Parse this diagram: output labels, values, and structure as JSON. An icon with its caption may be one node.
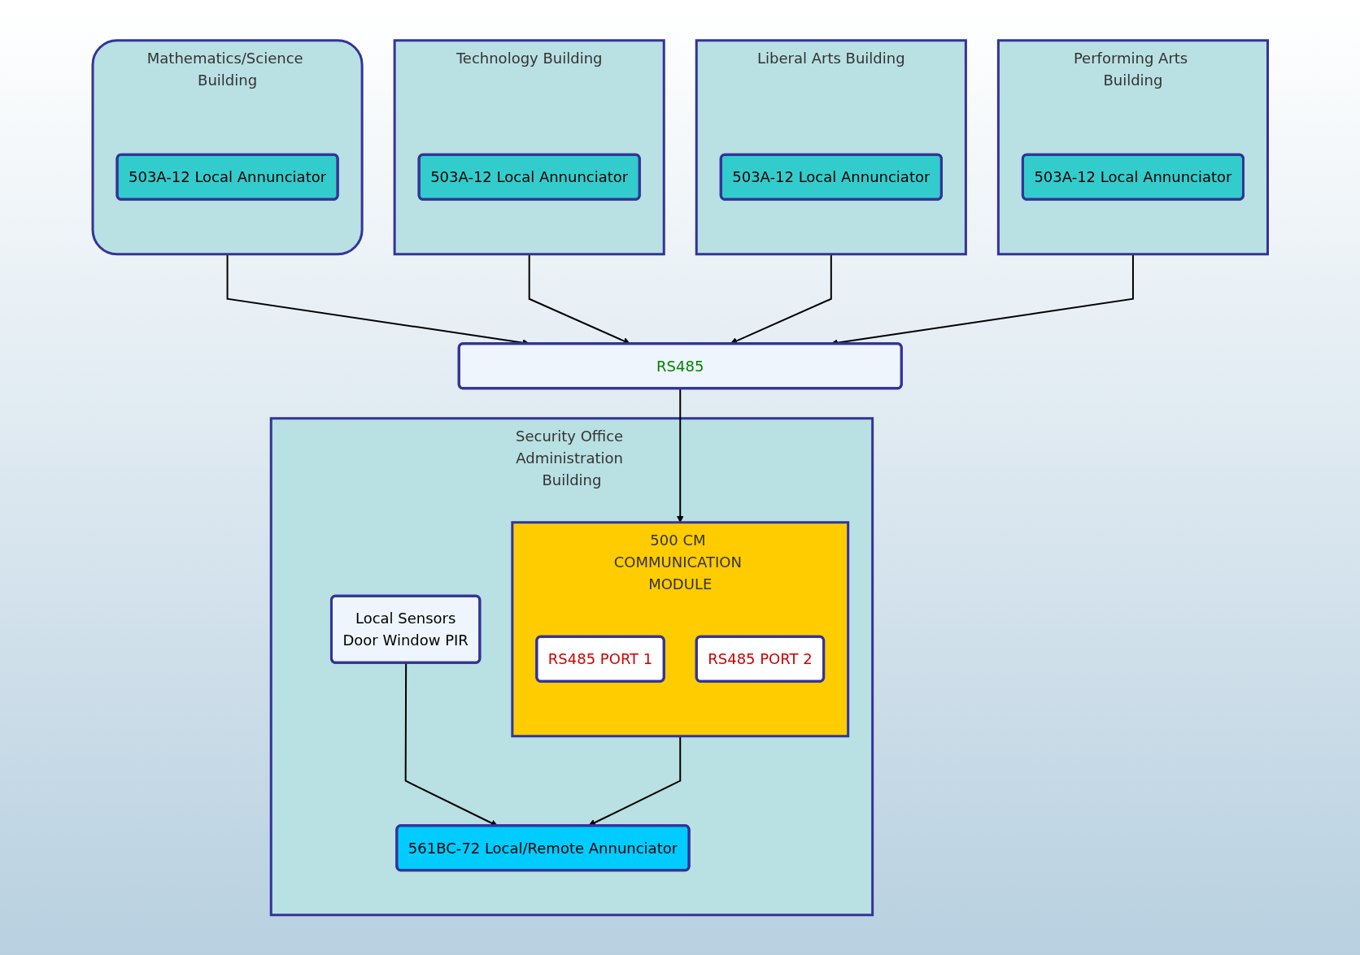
{
  "diagram": {
    "nodes": [
      {
        "text": [
          "Mathematics/Science Building"
        ]
      },
      {
        "text": [
          "503A-12 Local Annunciator"
        ],
        "in": 0
      },
      {
        "text": [
          "Technology Building"
        ]
      },
      {
        "text": [
          "503A-12 Local Annunciator"
        ],
        "in": 2
      },
      {
        "text": [
          "Liberal Arts Building"
        ]
      },
      {
        "text": [
          "503A-12 Local Annunciator"
        ],
        "in": 4
      },
      {
        "text": [
          "Performing Arts Building"
        ]
      },
      {
        "text": [
          "503A-12 Local Annunciator"
        ],
        "in": 6
      },
      {
        "text": [
          "RS485"
        ]
      },
      {
        "text": [
          "Security Office Administration Building"
        ]
      },
      {
        "text": [
          "500 CM COMMUNICATION MODULE"
        ],
        "in": 9
      },
      {
        "text": [
          "RS485 PORT 1"
        ],
        "in": 10
      },
      {
        "text": [
          "RS485 PORT 2"
        ],
        "in": 10
      },
      {
        "text": [
          "Local Sensors",
          "Door Window PIR"
        ],
        "in": 9
      },
      {
        "text": [
          "561BC-72 Local/Remote Annunciator"
        ],
        "in": 9
      }
    ],
    "edges": [
      {
        "from": 0,
        "to": 8,
        "arrow": "to"
      },
      {
        "from": 2,
        "to": 8,
        "arrow": "to"
      },
      {
        "from": 4,
        "to": 8,
        "arrow": "to"
      },
      {
        "from": 6,
        "to": 8,
        "arrow": "to"
      },
      {
        "from": 8,
        "to": 10,
        "arrow": "to"
      },
      {
        "from": 10,
        "to": 14,
        "arrow": "to"
      },
      {
        "from": 13,
        "to": 14,
        "arrow": "to"
      }
    ]
  }
}
